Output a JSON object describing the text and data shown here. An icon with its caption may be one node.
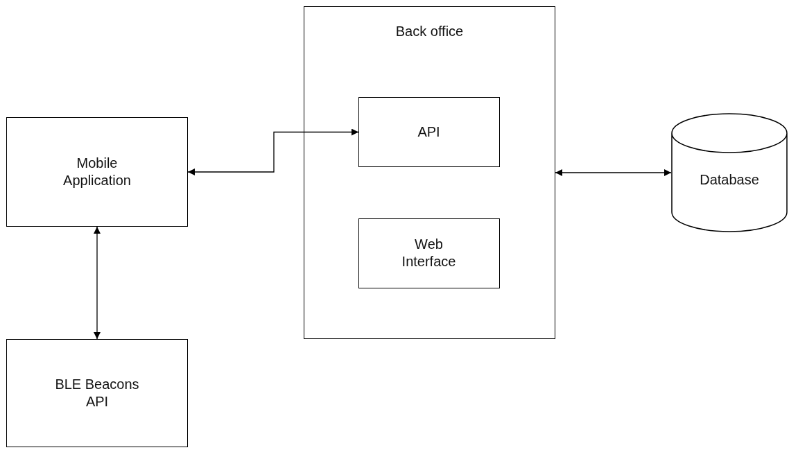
{
  "diagram": {
    "nodes": [
      {
        "text": [
          "Mobile Application"
        ]
      },
      {
        "text": [
          "BLE Beacons API"
        ]
      },
      {
        "text": [
          "Back office"
        ]
      },
      {
        "text": [
          "API"
        ],
        "in": 2
      },
      {
        "text": [
          "Web Interface"
        ],
        "in": 2
      },
      {
        "text": [
          "Database"
        ]
      }
    ],
    "edges": [
      {
        "from": 0,
        "to": 3,
        "arrow": "both"
      },
      {
        "from": 0,
        "to": 1,
        "arrow": "both"
      },
      {
        "from": 2,
        "to": 5,
        "arrow": "both"
      }
    ]
  }
}
